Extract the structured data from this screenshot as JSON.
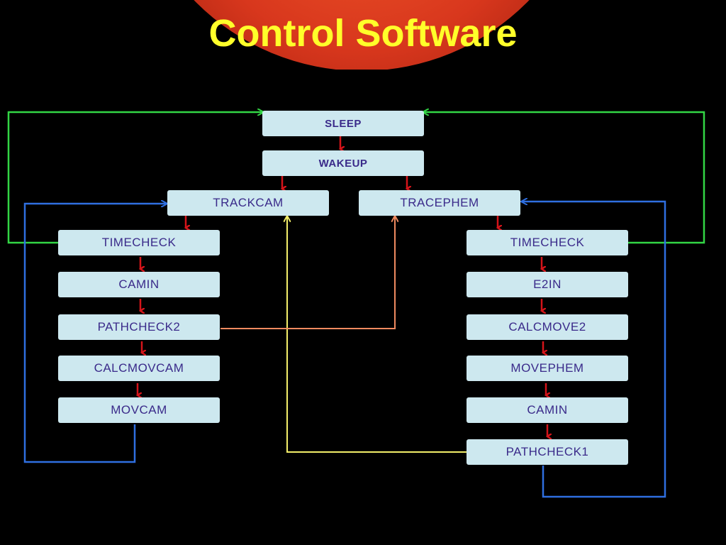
{
  "slide": {
    "title": "Control Software"
  },
  "nodes": {
    "sleep": "SLEEP",
    "wakeup": "WAKEUP",
    "trackcam": "TRACKCAM",
    "tracephem": "TRACEPHEM",
    "left_timecheck": "TIMECHECK",
    "camin_left": "CAMIN",
    "pathcheck2": "PATHCHECK2",
    "calcmovcam": "CALCMOVCAM",
    "movcam": "MOVCAM",
    "right_timecheck": "TIMECHECK",
    "e2in": "E2IN",
    "calcmove2": "CALCMOVE2",
    "movephem": "MOVEPHEM",
    "camin_right": "CAMIN",
    "pathcheck1": "PATHCHECK1"
  },
  "colors": {
    "title": "#ffff2a",
    "box_fill": "#cde8ef",
    "box_text": "#3a2a8a",
    "arrow_red": "#d4141a",
    "loop_green": "#33d645",
    "loop_blue": "#2f6fe0",
    "link_yellow": "#f4ef6a",
    "link_salmon": "#f08a60"
  }
}
